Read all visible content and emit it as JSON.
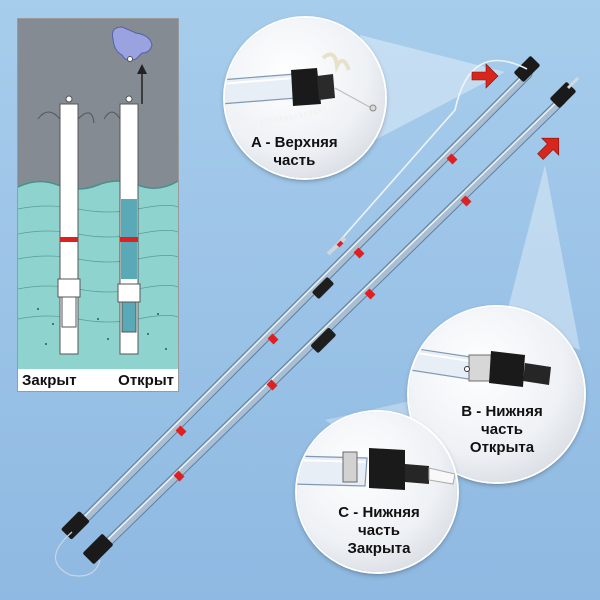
{
  "inset": {
    "label_closed": "Закрыт",
    "label_open": "Открыт"
  },
  "callouts": {
    "top_part_line1": "A - Верхняя",
    "top_part_line2": "часть",
    "bottom_open_line1": "B - Нижняя",
    "bottom_open_line2": "часть",
    "bottom_open_line3": "Открыта",
    "bottom_closed_line1": "C - Нижняя",
    "bottom_closed_line2": "часть",
    "bottom_closed_line3": "Закрыта"
  },
  "colors": {
    "background": "#9cc4e8",
    "water": "#8fd3cf",
    "marker_red": "#e02020",
    "arrow_red": "#d9261c",
    "glove": "#9aa3e0"
  },
  "icons": {
    "glove": "gloved-hand-icon",
    "pull_arrow": "up-arrow-icon",
    "pointer_arrows": "red-arrow-icon"
  }
}
